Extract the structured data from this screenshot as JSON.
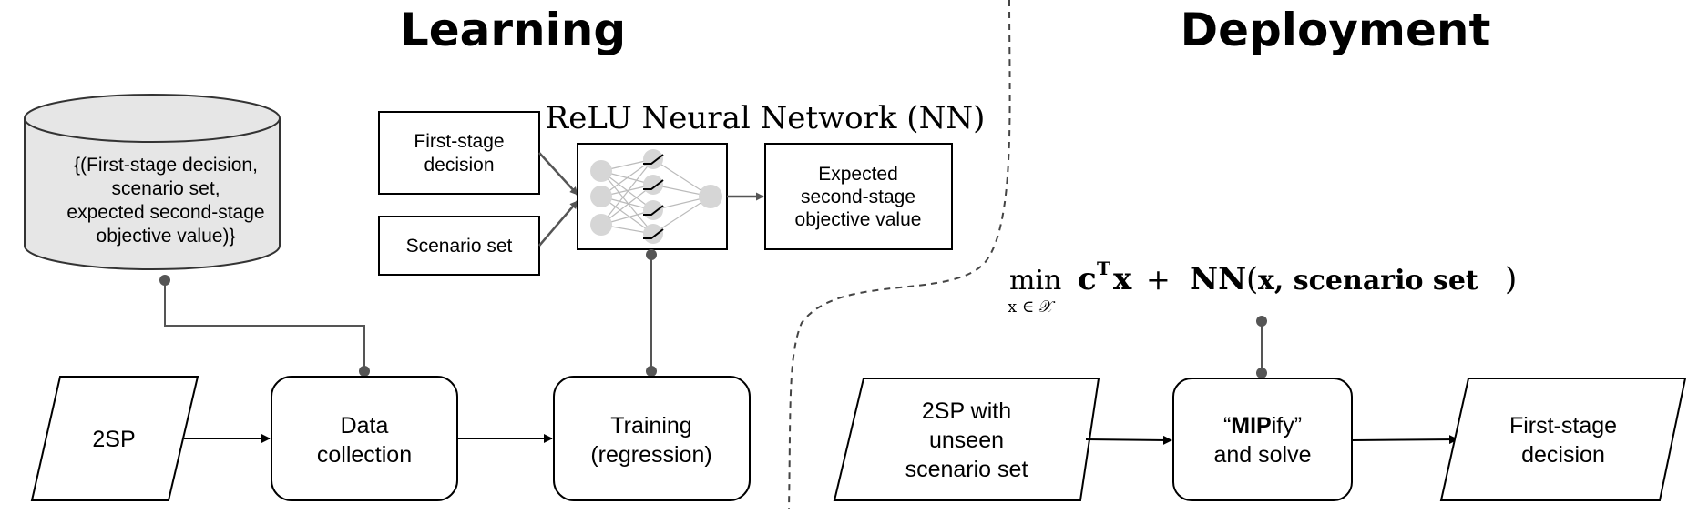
{
  "sections": {
    "learning_title": "Learning",
    "deployment_title": "Deployment"
  },
  "database": {
    "line1": "{(First-stage decision,",
    "line2": "scenario set,",
    "line3": "expected second-stage",
    "line4": "objective value)}"
  },
  "nn": {
    "title": "ReLU Neural Network (NN)",
    "input1_line1": "First-stage",
    "input1_line2": "decision",
    "input2": "Scenario set",
    "output_line1": "Expected",
    "output_line2": "second-stage",
    "output_line3": "objective value"
  },
  "learning_flow": {
    "problem": "2SP",
    "collect_line1": "Data",
    "collect_line2": "collection",
    "train_line1": "Training",
    "train_line2": "(regression)"
  },
  "deployment_flow": {
    "input_line1": "2SP with",
    "input_line2": "unseen",
    "input_line3": "scenario set",
    "mipify_open_quote": "“",
    "mipify_bold": "MIP",
    "mipify_rest": "ify”",
    "mipify_line2": "and solve",
    "output_line1": "First-stage",
    "output_line2": "decision"
  },
  "formula": {
    "min": "min",
    "subscript": "x ∈ 𝒳",
    "c": "c",
    "sup": "T",
    "x": "x",
    "plus": "+",
    "nn": "NN",
    "open": "(",
    "args": "x, scenario set",
    "close": ")"
  }
}
